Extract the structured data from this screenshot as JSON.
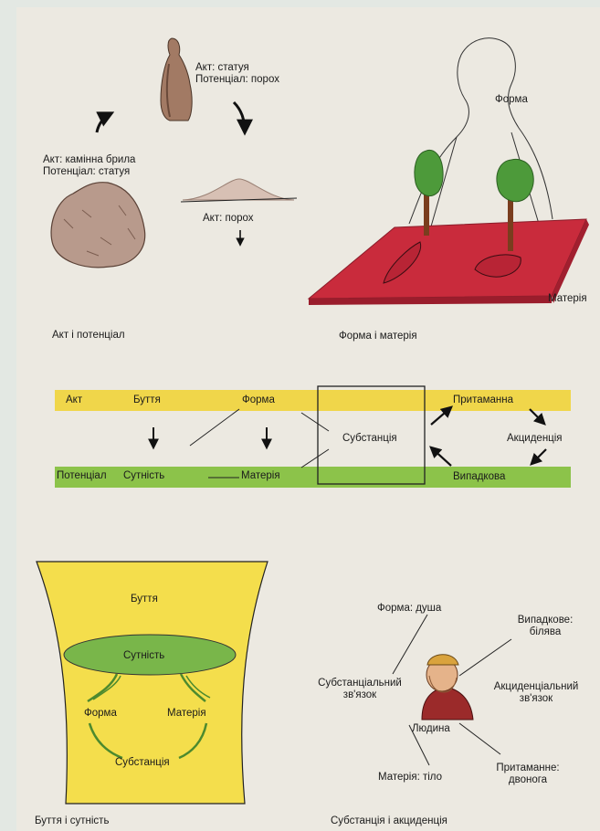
{
  "panel_act": {
    "statue_label": [
      "Акт: статуя",
      "Потенціал: порох"
    ],
    "stone_label": [
      "Акт: камінна брила",
      "Потенціал: статуя"
    ],
    "dust_label": "Акт: порох",
    "caption": "Акт і потенціал"
  },
  "panel_form": {
    "form_label": "Форма",
    "matter_label": "Матерія",
    "caption": "Форма і матерія"
  },
  "panel_flow": {
    "top_row": [
      "Акт",
      "Буття",
      "Форма"
    ],
    "bottom_row": [
      "Потенціал",
      "Сутність",
      "Матерія"
    ],
    "center": "Субстанція",
    "right_top": "Притаманна",
    "right_mid": "Акциденція",
    "right_bottom": "Випадкова",
    "colors": {
      "yellow": "#f0d64a",
      "green": "#8cc34a"
    }
  },
  "panel_being": {
    "being": "Буття",
    "essence": "Сутність",
    "form": "Форма",
    "matter": "Матерія",
    "substance": "Субстанція",
    "caption": "Буття і сутність"
  },
  "panel_substance": {
    "form_soul": "Форма: душа",
    "accidental_pale": [
      "Випадкове:",
      "білява"
    ],
    "substantial_link": [
      "Субстанціальний",
      "зв'язок"
    ],
    "accidental_link": [
      "Акциденціальний",
      "зв'язок"
    ],
    "person": "Людина",
    "matter_body": "Матерія: тіло",
    "inherent_biped": [
      "Притаманне:",
      "двонога"
    ],
    "caption": "Субстанція і акциденція"
  }
}
